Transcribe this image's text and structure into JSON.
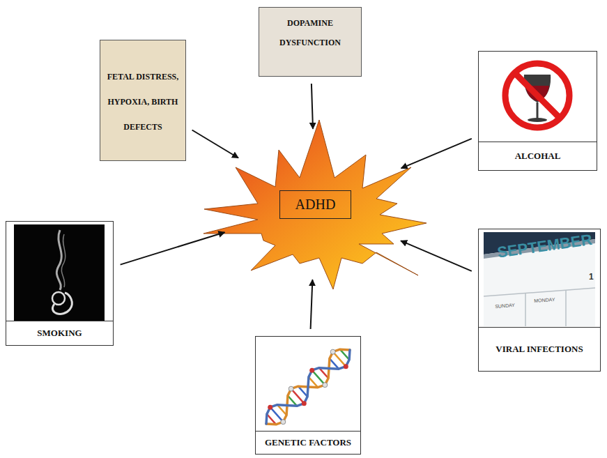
{
  "diagram": {
    "nodes": [
      {
        "text": [
          "FETAL DISTRESS, HYPOXIA, BIRTH DEFECTS"
        ]
      },
      {
        "text": [
          "DOPAMINE DYSFUNCTION"
        ]
      },
      {
        "text": [
          "ALCOHAL"
        ]
      },
      {
        "text": [
          "SMOKING"
        ]
      },
      {
        "text": [
          "ADHD"
        ]
      },
      {
        "text": [
          "VIRAL INFECTIONS"
        ]
      },
      {
        "text": [
          "GENETIC FACTORS"
        ]
      }
    ],
    "edges": [
      {
        "from": 0,
        "to": 4,
        "arrow": "to"
      },
      {
        "from": 1,
        "to": 4,
        "arrow": "to"
      },
      {
        "from": 2,
        "to": 4,
        "arrow": "to"
      },
      {
        "from": 3,
        "to": 4,
        "arrow": "to"
      },
      {
        "from": 5,
        "to": 4,
        "arrow": "to"
      },
      {
        "from": 6,
        "to": 4,
        "arrow": "to"
      }
    ],
    "labels": [
      "SEPTEMBER",
      "SUNDAY",
      "MONDAY",
      "1"
    ]
  }
}
